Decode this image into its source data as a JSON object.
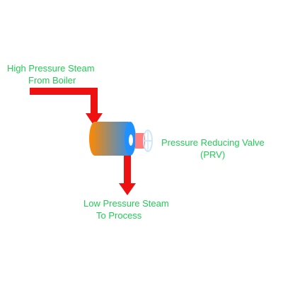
{
  "diagram": {
    "labels": {
      "inlet_line1": "High Pressure Steam",
      "inlet_line2": "From Boiler",
      "outlet_line1": "Low Pressure Steam",
      "outlet_line2": "To Process",
      "valve_line1": "Pressure Reducing Valve",
      "valve_line2": "(PRV)"
    },
    "colors": {
      "label_text": "#22cc55",
      "arrow": "#ee1111",
      "valve_body_left": "#ff8800",
      "valve_body_right": "#1e90ff",
      "valve_stem": "#ff7f7f",
      "handwheel": "#cfe8f8"
    }
  }
}
